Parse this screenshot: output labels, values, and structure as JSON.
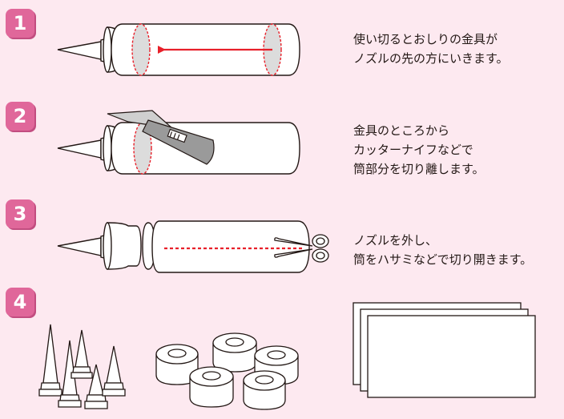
{
  "steps": [
    {
      "number": "1",
      "lines": [
        "使い切るとおしりの金具が",
        "ノズルの先の方にいきます。"
      ]
    },
    {
      "number": "2",
      "lines": [
        "金具のところから",
        "カッターナイフなどで",
        "筒部分を切り離します。"
      ]
    },
    {
      "number": "3",
      "lines": [
        "ノズルを外し、",
        "筒をハサミなどで切り開きます。"
      ]
    },
    {
      "number": "4",
      "lines": []
    }
  ],
  "colors": {
    "background": "#fde9f0",
    "badge": "#e0679a",
    "arrow": "#e8202a",
    "line": "#231815"
  },
  "icons": [
    "caulking-tube",
    "cutter-knife",
    "scissors",
    "nozzle-cones",
    "metal-rings",
    "paper-sheets"
  ]
}
